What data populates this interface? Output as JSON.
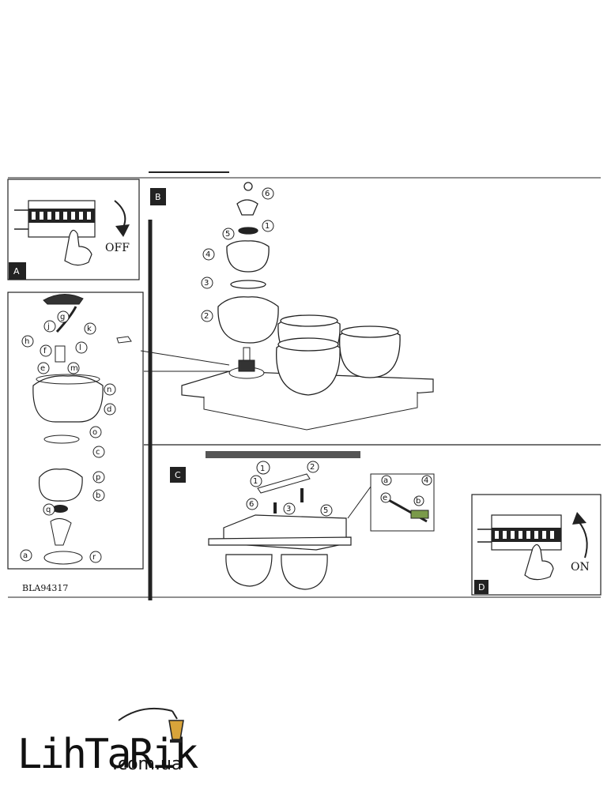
{
  "panels": {
    "A": {
      "marker": "A",
      "switch_label": "OFF"
    },
    "B": {
      "marker": "B"
    },
    "C": {
      "marker": "C"
    },
    "D": {
      "marker": "D",
      "switch_label": "ON"
    }
  },
  "exploded_view": {
    "step_labels": [
      "g",
      "j",
      "k",
      "h",
      "f",
      "l",
      "e",
      "m",
      "n",
      "d",
      "o",
      "c",
      "p",
      "b",
      "q",
      "a",
      "r"
    ]
  },
  "panel_b_steps": [
    "6",
    "5",
    "1",
    "4",
    "3",
    "2"
  ],
  "panel_c_steps": [
    "1",
    "2",
    "1",
    "6",
    "3",
    "5"
  ],
  "panel_c_detail": [
    "a",
    "4",
    "e",
    "b"
  ],
  "product_code": "BLA94317",
  "logo": {
    "brand": "LihTaRik",
    "domain": ".com.ua",
    "accent_color": "#d9a43a"
  }
}
